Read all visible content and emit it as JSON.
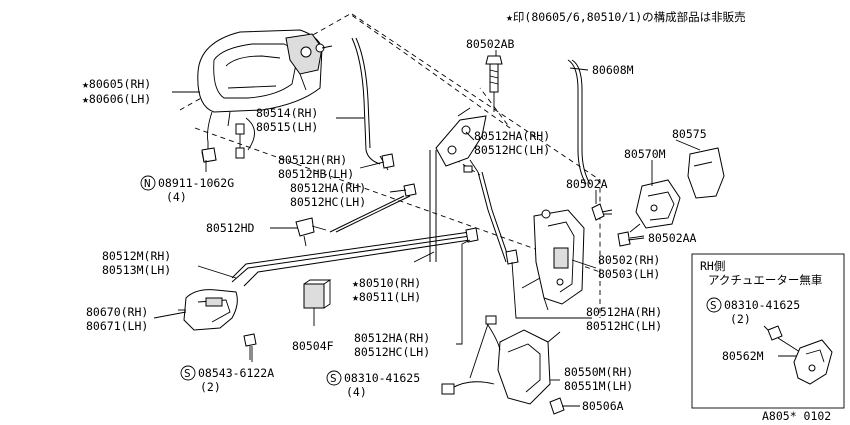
{
  "note": "★印(80605/6,80510/1)の構成部品は非販売",
  "footer_code": "A805* 0102",
  "labels": {
    "p80502ab": "80502AB",
    "p80608m": "80608M",
    "p80605": "★80605(RH)",
    "p80606": "★80606(LH)",
    "p80514": "80514(RH)",
    "p80515": "80515(LH)",
    "p80512ha_top": "80512HA(RH)",
    "p80512hc_top": "80512HC(LH)",
    "p80575": "80575",
    "p80570m": "80570M",
    "p80512h": "80512H(RH)",
    "p80512hb": "80512HB(LH)",
    "p80512ha_mid": "80512HA(RH)",
    "p80512hc_mid": "80512HC(LH)",
    "p08911": "08911-1062G",
    "p08911_qty": "(4)",
    "n_symbol": "N",
    "p80502a": "80502A",
    "p80512hd": "80512HD",
    "p80502aa": "80502AA",
    "p80512m": "80512M(RH)",
    "p80513m": "80513M(LH)",
    "p80502": "80502(RH)",
    "p80503": "80503(LH)",
    "p80510": "★80510(RH)",
    "p80511": "★80511(LH)",
    "p80670": "80670(RH)",
    "p80671": "80671(LH)",
    "p80512ha_r": "80512HA(RH)",
    "p80512hc_r": "80512HC(LH)",
    "p80504f": "80504F",
    "p80512ha_b": "80512HA(RH)",
    "p80512hc_b": "80512HC(LH)",
    "p08543": "08543-6122A",
    "p08543_qty": "(2)",
    "p08310": "08310-41625",
    "p08310_qty": "(4)",
    "p80550m": "80550M(RH)",
    "p80551m": "80551M(LH)",
    "p80506a": "80506A",
    "s_symbol": "S"
  },
  "inset": {
    "title_line1": "RH側",
    "title_line2": "アクチュエーター無車",
    "bolt": "08310-41625",
    "bolt_qty": "(2)",
    "part": "80562M",
    "s_symbol": "S"
  }
}
